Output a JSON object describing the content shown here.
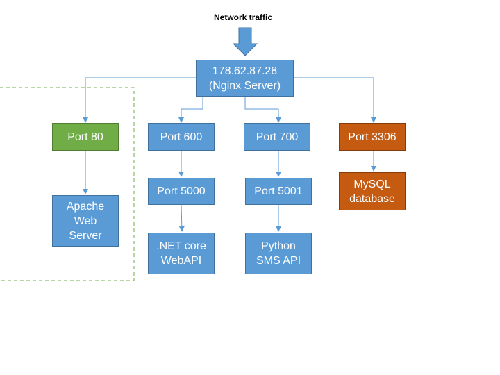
{
  "title": "Network traffic",
  "colors": {
    "node_blue": "#5b9bd5",
    "node_green": "#70ad47",
    "node_orange": "#c55a11",
    "connector": "#5b9bd5",
    "dashed_border": "#70ad47"
  },
  "icons": {
    "incoming_arrow": "down-arrow-icon"
  },
  "nodes": {
    "nginx": "178.62.87.28\n(Nginx Server)",
    "port80": "Port 80",
    "port600": "Port 600",
    "port700": "Port 700",
    "port3306": "Port 3306",
    "port5000": "Port 5000",
    "port5001": "Port 5001",
    "apache": "Apache\nWeb\nServer",
    "dotnet": ".NET core\nWebAPI",
    "python": "Python\nSMS API",
    "mysql": "MySQL\ndatabase"
  }
}
